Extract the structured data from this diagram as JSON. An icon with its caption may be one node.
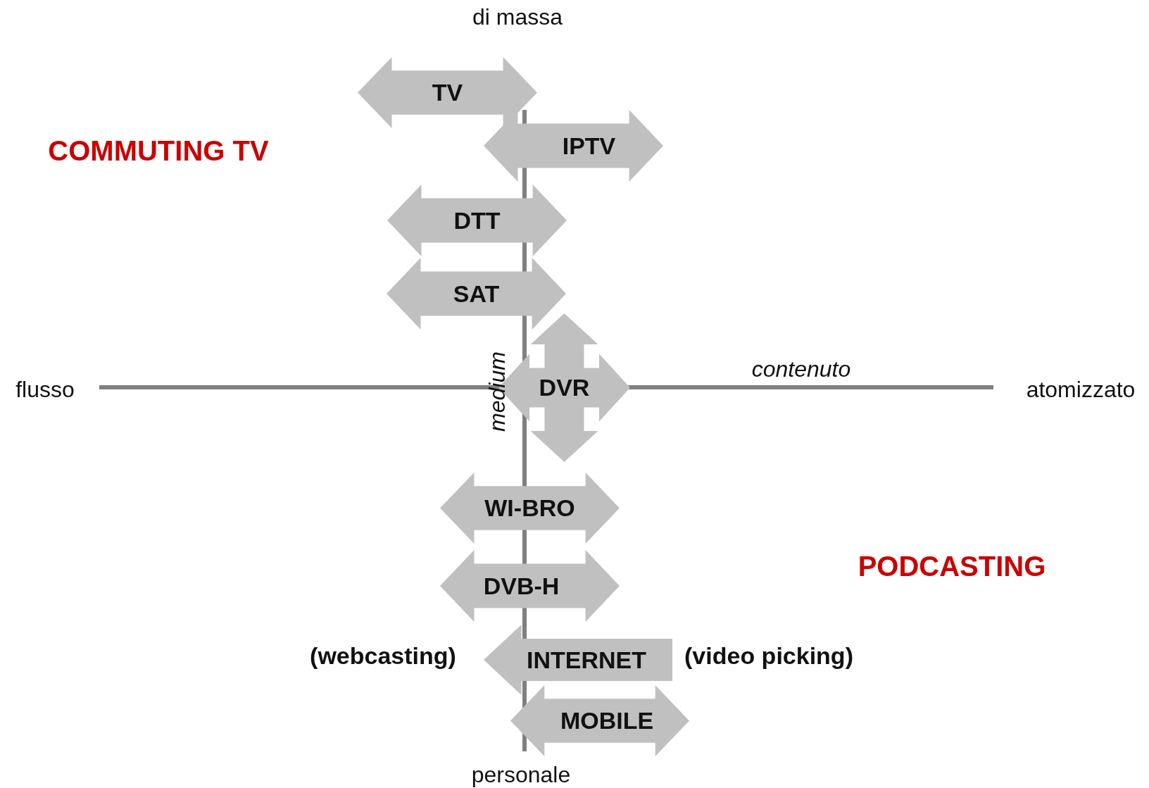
{
  "diagram": {
    "nodes": [
      {
        "text": [
          "TV"
        ]
      },
      {
        "text": [
          "IPTV"
        ]
      },
      {
        "text": [
          "DTT"
        ]
      },
      {
        "text": [
          "SAT"
        ]
      },
      {
        "text": [
          "DVR"
        ]
      },
      {
        "text": [
          "WI-BRO"
        ]
      },
      {
        "text": [
          "DVB-H"
        ]
      },
      {
        "text": [
          "INTERNET"
        ]
      },
      {
        "text": [
          "MOBILE"
        ]
      }
    ],
    "edges": [],
    "labels": [
      "di massa",
      "COMMUTING TV",
      "medium",
      "contenuto",
      "flusso",
      "atomizzato",
      "PODCASTING",
      "(webcasting)",
      "(video picking)",
      "personale"
    ]
  }
}
